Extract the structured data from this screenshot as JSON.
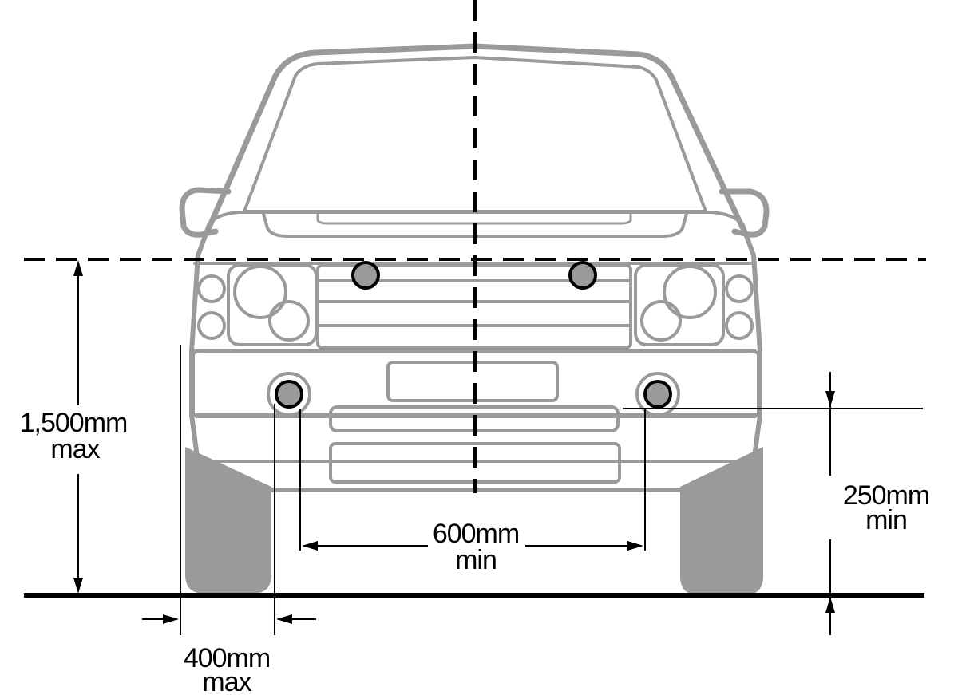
{
  "diagram": {
    "labels": {
      "max_height_value": "1,500mm",
      "max_height_qualifier": "max",
      "min_separation_value": "600mm",
      "min_separation_qualifier": "min",
      "min_height_value": "250mm",
      "min_height_qualifier": "min",
      "max_edge_value": "400mm",
      "max_edge_qualifier": "max"
    },
    "colors": {
      "outline": "#9a9a9a",
      "lamp_fill": "#9a9a9a",
      "lamp_ring": "#000000",
      "dimension_lines": "#000000",
      "background": "#ffffff"
    }
  }
}
